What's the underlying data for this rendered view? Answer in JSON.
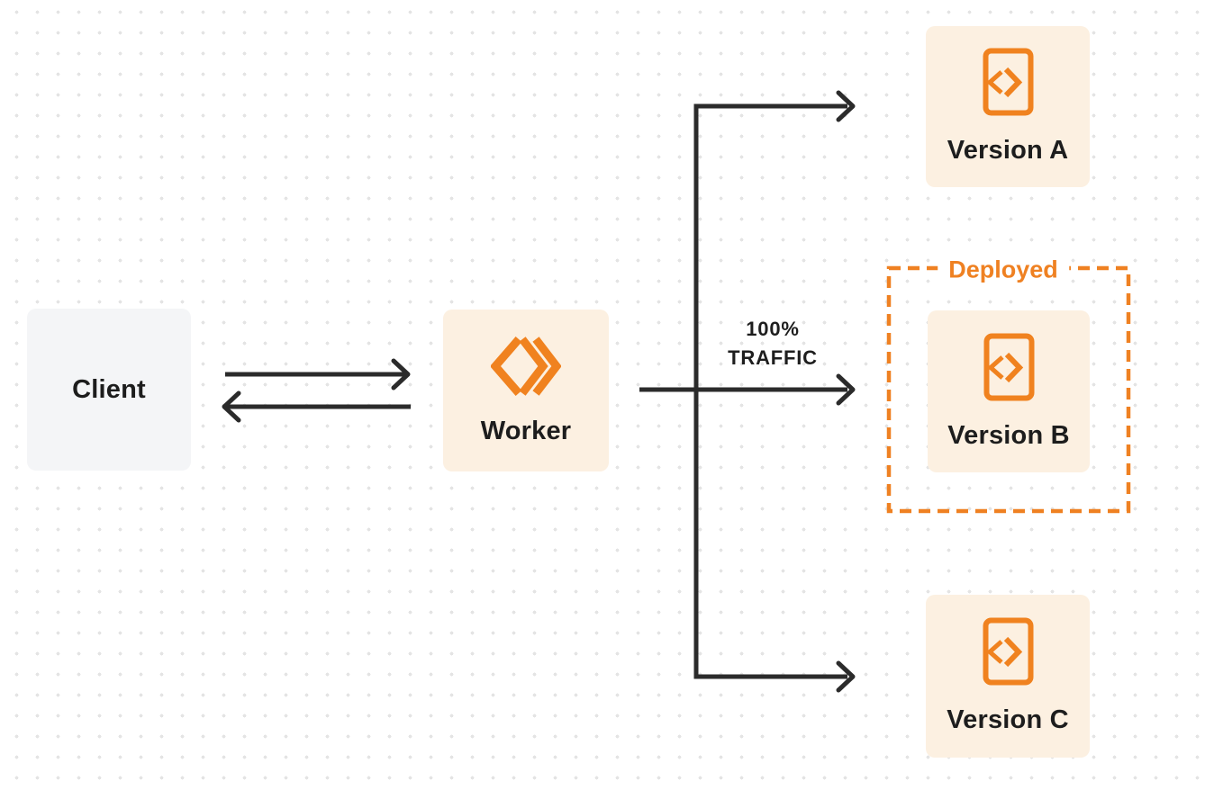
{
  "diagram": {
    "nodes": {
      "client": {
        "label": "Client"
      },
      "worker": {
        "label": "Worker",
        "icon": "workers-chevron-logo"
      },
      "version_a": {
        "label": "Version A",
        "icon": "code-file"
      },
      "version_b": {
        "label": "Version B",
        "icon": "code-file"
      },
      "version_c": {
        "label": "Version C",
        "icon": "code-file"
      }
    },
    "annotations": {
      "deployed_label": "Deployed",
      "traffic_line1": "100%",
      "traffic_line2": "TRAFFIC"
    },
    "edges": [
      {
        "from": "client",
        "to": "worker",
        "type": "arrow-right"
      },
      {
        "from": "worker",
        "to": "client",
        "type": "arrow-left"
      },
      {
        "from": "worker",
        "to": "version_a",
        "type": "arrow"
      },
      {
        "from": "worker",
        "to": "version_b",
        "type": "arrow",
        "label": "100% TRAFFIC"
      },
      {
        "from": "worker",
        "to": "version_c",
        "type": "arrow"
      }
    ],
    "colors": {
      "orange_accent": "#ef8122",
      "cream_box": "#fcf0e1",
      "gray_box": "#f4f5f7",
      "ink_text": "#1d1d1d",
      "arrow_stroke": "#2b2b2b",
      "dot_grid": "#e4e4e4",
      "background": "#ffffff"
    }
  }
}
